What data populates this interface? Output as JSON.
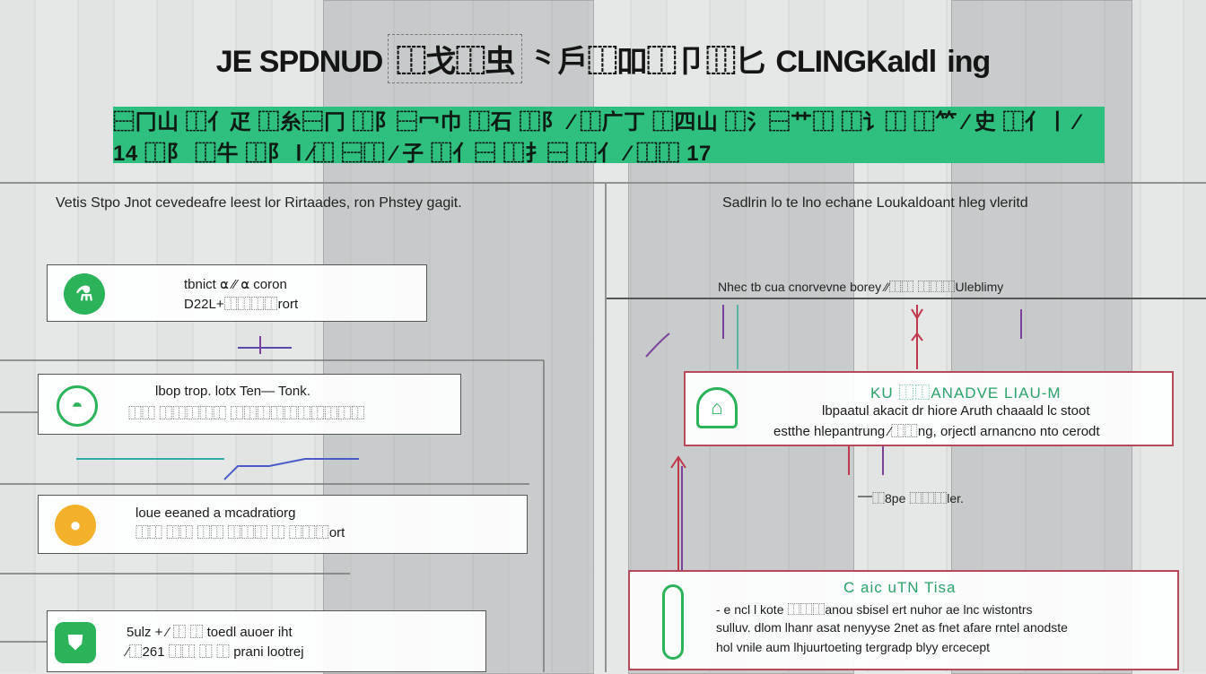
{
  "header": {
    "title_a": "JE SPDNUD",
    "title_b": "⿰戈⿰虫",
    "title_c": "⺀戶⿰吅⿰卩⿲匕",
    "title_d": "CLINGKaIdl",
    "title_e": "ing"
  },
  "banner": {
    "text": "⿱冂山 ⿰亻疋 ⿰糸⿱冂 ⿰阝⿱冖巾 ⿰石 ⿰阝 ⁄ ⿰广丁 ⿰四山 ⿰氵⿱艹⿰ ⿰讠⿰ ⿰⺮ ⁄ 史 ⿰亻丨 ⁄ 14 ⿰阝 ⿰牛 ⿰阝 Ⅰ ⁄⿰ ⿱⿰ ⁄ 子 ⿰亻⿱ ⿰扌⿱ ⿰亻 ⁄ ⿰⿰ 17"
  },
  "left_column": {
    "heading": "Vetis   Stpo Jnot cevedeafre leest lor Rirtaades, ron Phstey gagit.",
    "cards": [
      {
        "icon": "flask-icon",
        "line1": "tbnict ⍺ ⁄⁄ ⍺ coron",
        "line2": "D22L+⿰⿰⿰⿰rort"
      },
      {
        "icon": "dome-icon",
        "line1": "lbop trop. lotx Ten— Tonk.",
        "line2": "⿰⿰ ⿰⿰⿰⿰⿰ ⿰⿰⿰⿰⿰⿰⿰⿰⿰⿰"
      },
      {
        "icon": "coin-icon",
        "line1": "loue  eeaned a mcadratiorg",
        "line2": "⿰⿰ ⿰⿰ ⿰⿰ ⿰⿰⿰ ⿰ ⿰⿰⿰ort"
      },
      {
        "icon": "shield-icon",
        "line1": "5ulz  + ⁄ ⿰ ⿰ toedl  auoer  iht",
        "line2": "⁄⿰261 ⿰⿰ ⿰ ⿰  prani lootrej"
      }
    ]
  },
  "right_column": {
    "heading": "Sadlrin lo te  lno echane Loukaldoant hleg vleritd",
    "subheading": "Nhec tb cua cnorvevne borey ⁄⁄⿰⿰ ⿰⿰⿰Uleblimy",
    "card1": {
      "title": "KU ⿰⿰ANADVE  LIAU-M",
      "line1": "lbpaatul akacit dr hiore Aruth chaaald lc stoot",
      "line2": "estthe hlepantrung ⁄⿰⿰ng, orjectl arnancno nto cerodt"
    },
    "mid_label": "⿰8pe ⿰⿰⿰ler.",
    "card2": {
      "title": "C aic uTN Tisa",
      "line1": "-  e ncl  l kote  ⿰⿰⿰anou  sbisel ert nuhor ae lnc wistontrs",
      "line2": "sulluv. dlom lhanr asat nenyyse 2net as fnet afare rntel anodste",
      "line3": "hol    vnile aum lhjuurtoeting tergradp blyy ercecept"
    }
  },
  "colors": {
    "banner": "#2fc07f",
    "accent_green": "#2bb35a",
    "accent_red": "#b54a5a",
    "accent_purple": "#7c3f9e",
    "accent_orange": "#f3b12a"
  }
}
